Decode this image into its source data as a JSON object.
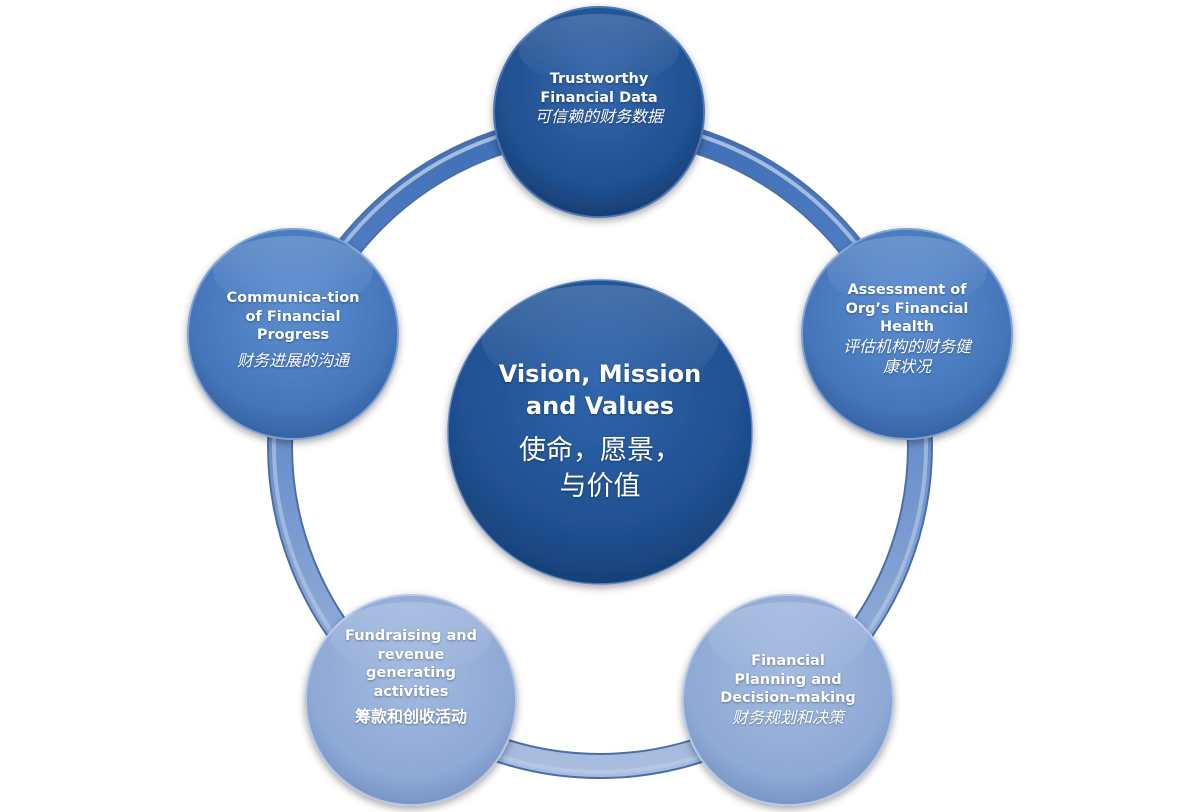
{
  "center": {
    "title": "Vision, Mission and Values",
    "subtitle": "使命，愿景，与价值"
  },
  "nodes": [
    {
      "id": "trustworthy-data",
      "label_en": "Trustworthy Financial Data",
      "label_zh": "可信赖的财务数据"
    },
    {
      "id": "assessment",
      "label_en": "Assessment of Org’s Financial Health",
      "label_zh": "评估机构的财务健康状况"
    },
    {
      "id": "planning",
      "label_en": "Financial Planning and Decision-making",
      "label_zh": "财务规划和决策"
    },
    {
      "id": "fundraising",
      "label_en": "Fundraising and revenue generating activities",
      "label_zh": "筹款和创收活动"
    },
    {
      "id": "communication",
      "label_en": "Communica-tion of Financial Progress",
      "label_zh": "财务进展的沟通"
    }
  ],
  "colors": {
    "dark": "#1f4f8f",
    "medium": "#4a7cc0",
    "light": "#93acd6",
    "ring": "#6f93cc"
  }
}
